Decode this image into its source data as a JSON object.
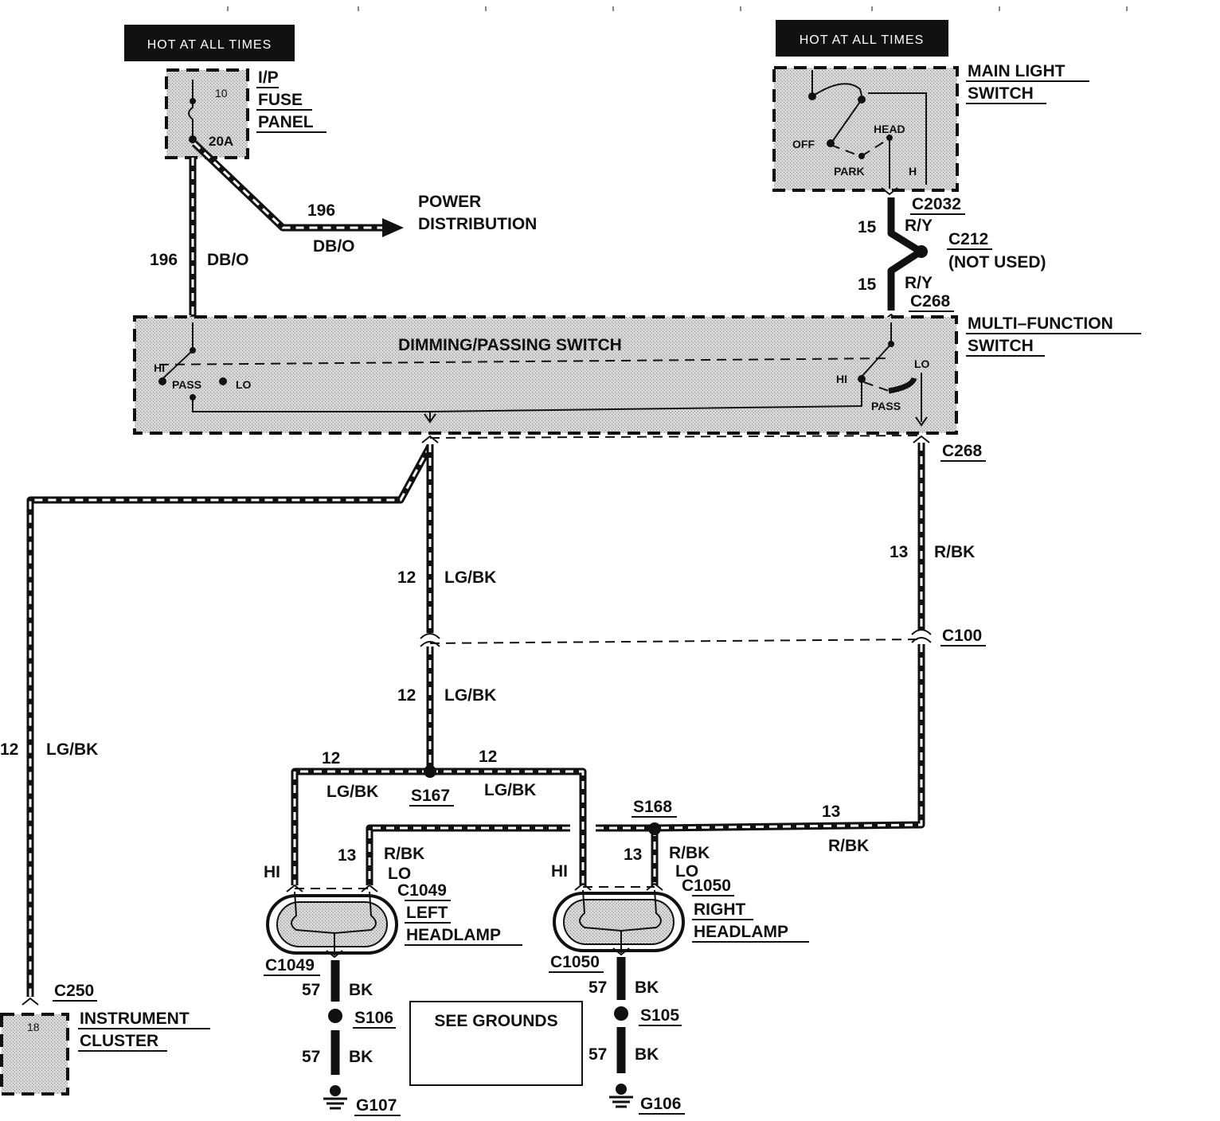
{
  "hot_labels": {
    "left": "HOT AT ALL TIMES",
    "right": "HOT AT ALL TIMES"
  },
  "fuse_panel": {
    "title_lines": [
      "I/P",
      "FUSE",
      "PANEL"
    ],
    "fuse_number": "10",
    "rating": "20A"
  },
  "power_distribution": {
    "lines": [
      "POWER",
      "DISTRIBUTION"
    ],
    "circuit": "196",
    "color": "DB/O"
  },
  "fuse_to_switch": {
    "circuit": "196",
    "color": "DB/O"
  },
  "main_light_switch": {
    "title_lines": [
      "MAIN LIGHT",
      "SWITCH"
    ],
    "positions": {
      "off": "OFF",
      "park": "PARK",
      "head": "HEAD",
      "h": "H"
    },
    "connector": "C2032"
  },
  "red_yellow_upper": {
    "circuit": "15",
    "color": "R/Y"
  },
  "c212": {
    "name": "C212",
    "note": "(NOT USED)"
  },
  "red_yellow_lower": {
    "circuit": "15",
    "color": "R/Y",
    "connector": "C268"
  },
  "multifunction_switch": {
    "title_lines": [
      "MULTI–FUNCTION",
      "SWITCH"
    ],
    "inner_label": "DIMMING/PASSING SWITCH",
    "left_positions": {
      "hi": "HI",
      "pass": "PASS",
      "lo": "LO"
    },
    "right_positions": {
      "hi": "HI",
      "lo": "LO",
      "pass": "PASS"
    }
  },
  "c268_right": "C268",
  "cluster_wire": {
    "circuit": "12",
    "color": "LG/BK"
  },
  "center_wire_upper": {
    "circuit": "12",
    "color": "LG/BK"
  },
  "center_wire_lower": {
    "circuit": "12",
    "color": "LG/BK"
  },
  "right_wire_upper": {
    "circuit": "13",
    "color": "R/BK"
  },
  "c100": "C100",
  "s167": {
    "name": "S167",
    "left_circuit": "12",
    "left_color": "LG/BK",
    "right_circuit": "12",
    "right_color": "LG/BK"
  },
  "s168": {
    "name": "S168",
    "right_circuit": "13",
    "right_color": "R/BK"
  },
  "left_lo_wire": {
    "circuit": "13",
    "color": "R/BK"
  },
  "right_lo_wire": {
    "circuit": "13",
    "color": "R/BK"
  },
  "left_headlamp": {
    "hi": "HI",
    "lo": "LO",
    "connector": "C1049",
    "title_lines": [
      "LEFT",
      "HEADLAMP"
    ],
    "ground_connector": "C1049"
  },
  "right_headlamp": {
    "hi": "HI",
    "lo": "LO",
    "connector": "C1050",
    "title_lines": [
      "RIGHT",
      "HEADLAMP"
    ],
    "ground_connector": "C1050"
  },
  "left_ground": {
    "upper_circuit": "57",
    "upper_color": "BK",
    "splice": "S106",
    "lower_circuit": "57",
    "lower_color": "BK",
    "ground": "G107"
  },
  "right_ground": {
    "upper_circuit": "57",
    "upper_color": "BK",
    "splice": "S105",
    "lower_circuit": "57",
    "lower_color": "BK",
    "ground": "G106"
  },
  "see_grounds": "SEE GROUNDS",
  "instrument_cluster": {
    "connector": "C250",
    "pin": "18",
    "title_lines": [
      "INSTRUMENT",
      "CLUSTER"
    ]
  }
}
